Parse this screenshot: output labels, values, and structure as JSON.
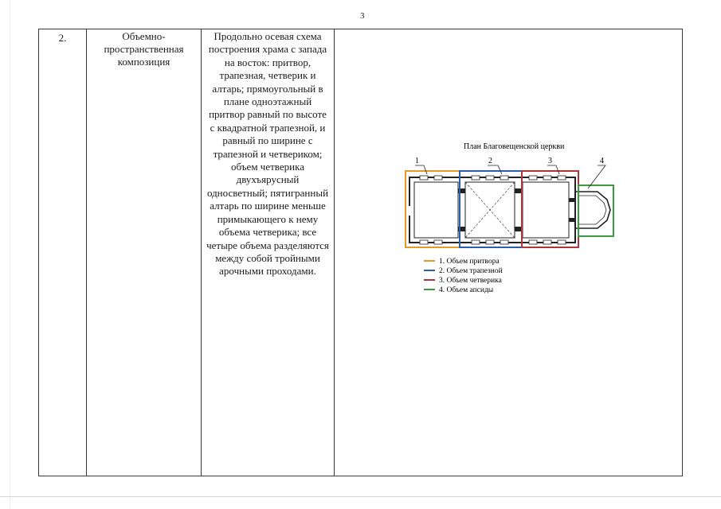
{
  "page": {
    "number": "3"
  },
  "row": {
    "index": "2.",
    "name": "Объемно-пространственная композиция",
    "description": "Продольно осевая схема построения храма с запада на восток: притвор, трапезная, четверик и алтарь; прямоугольный в плане одноэтажный притвор равный по высоте с квадратной трапезной, и равный по ширине с трапезной и четвериком; объем четверика двухъярусный односветный; пятигранный алтарь по ширине меньше примыкающего к нему объема четверика; все четыре объема разделяются между собой тройными арочными проходами."
  },
  "plan": {
    "title": "План Благовещенской церкви",
    "callouts": [
      "1",
      "2",
      "3",
      "4"
    ],
    "legend": [
      {
        "label": "1. Объем притвора",
        "color": "#e39a2a"
      },
      {
        "label": "2. Объем трапезной",
        "color": "#2a5fb0"
      },
      {
        "label": "3. Объем четверика",
        "color": "#b2343b"
      },
      {
        "label": "4. Объем апсиды",
        "color": "#3a9a3e"
      }
    ]
  }
}
